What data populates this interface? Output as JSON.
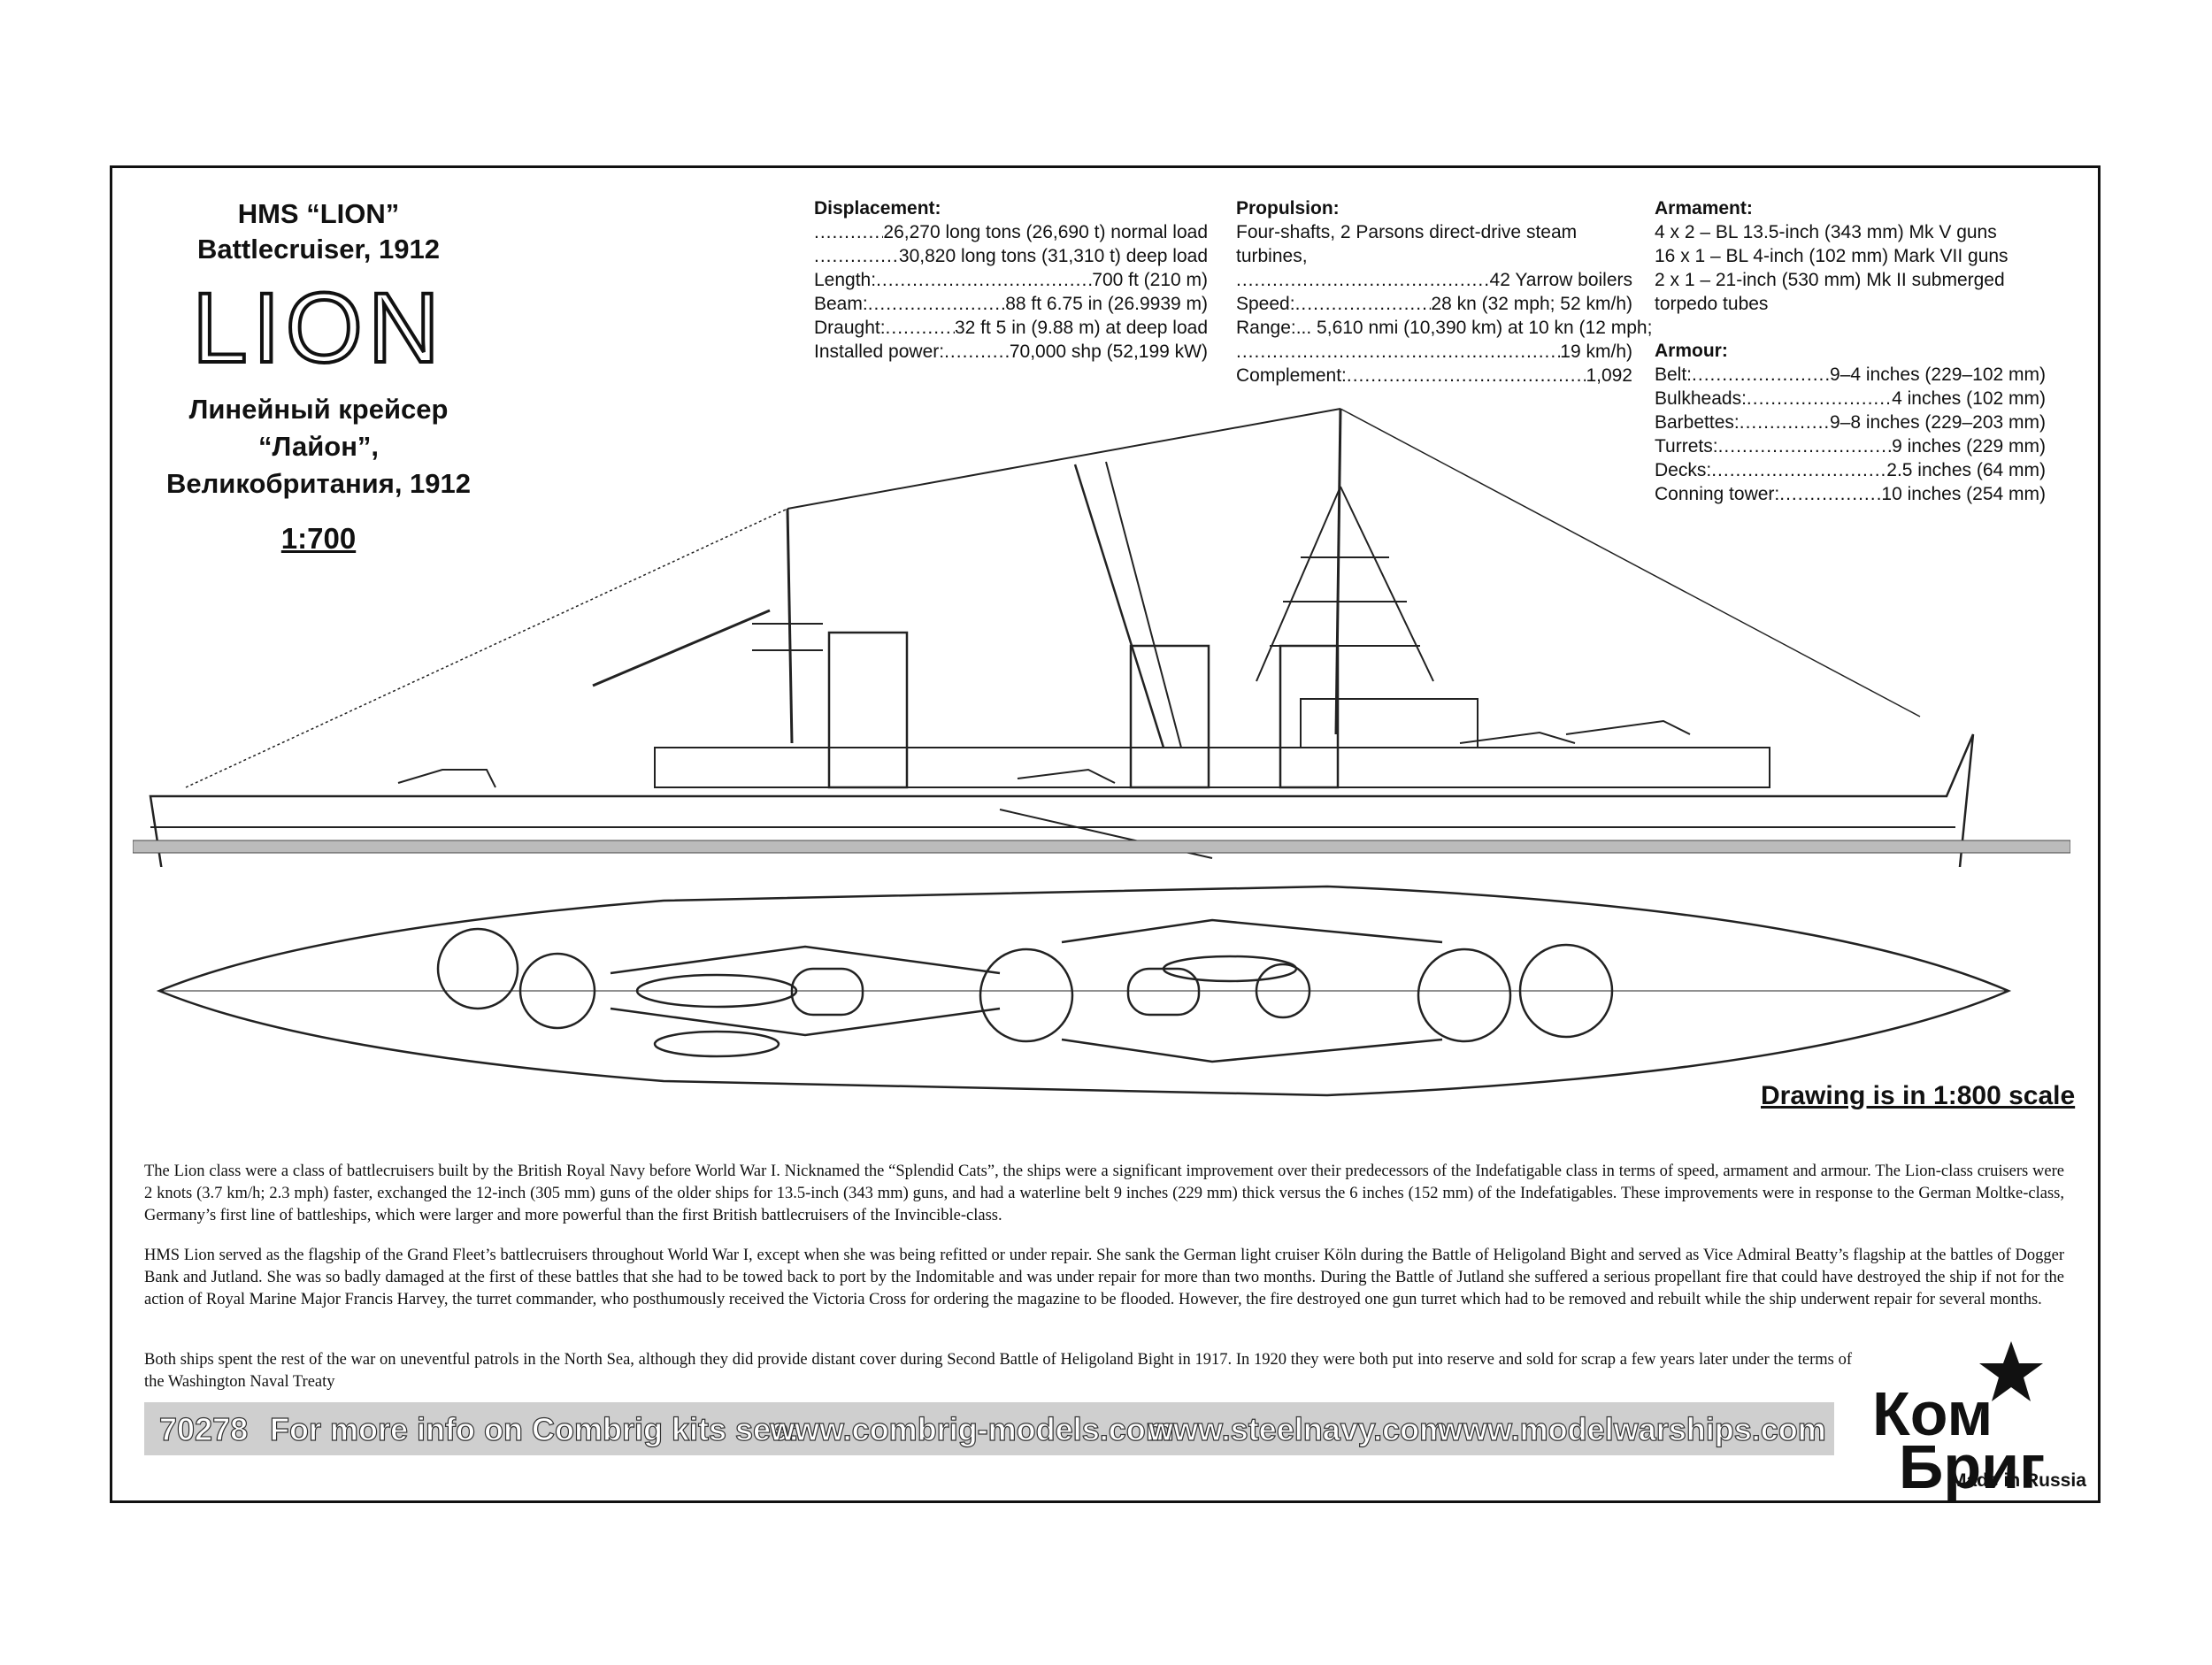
{
  "header": {
    "ship_name": "HMS “LION”",
    "ship_type": "Battlecruiser, 1912",
    "big_name": "LION",
    "ru_line1": "Линейный крейсер “Лайон”,",
    "ru_line2": "Великобритания, 1912",
    "scale": "1:700"
  },
  "displacement": {
    "heading": "Displacement:",
    "rows": [
      {
        "k": "",
        "v": "26,270 long tons (26,690 t) normal load"
      },
      {
        "k": "",
        "v": "30,820 long tons (31,310 t) deep load"
      },
      {
        "k": "Length:",
        "v": "700 ft (210 m)"
      },
      {
        "k": "Beam:",
        "v": "88 ft 6.75 in (26.9939 m)"
      },
      {
        "k": "Draught:",
        "v": "32 ft 5 in (9.88 m) at deep load"
      },
      {
        "k": "Installed power:",
        "v": "70,000 shp (52,199 kW)"
      }
    ]
  },
  "propulsion": {
    "heading": "Propulsion:",
    "line1": "Four-shafts, 2 Parsons direct-drive steam turbines,",
    "rows": [
      {
        "k": "",
        "v": "42 Yarrow boilers"
      },
      {
        "k": "Speed:",
        "v": "28 kn (32 mph; 52 km/h)"
      },
      {
        "k": "Range:... 5,610 nmi (10,390 km) at 10 kn (12 mph;",
        "v": ""
      },
      {
        "k": "",
        "v": "19 km/h)"
      },
      {
        "k": "Complement:",
        "v": "1,092"
      }
    ]
  },
  "armament": {
    "heading": "Armament:",
    "lines": [
      "4 x 2 –  BL 13.5-inch (343 mm) Mk V guns",
      "16 x 1 –  BL 4-inch (102 mm) Mark VII guns",
      "2 x 1 – 21-inch (530 mm) Mk II submerged torpedo tubes"
    ]
  },
  "armour": {
    "heading": "Armour:",
    "rows": [
      {
        "k": "Belt:",
        "v": "9–4 inches (229–102 mm)"
      },
      {
        "k": "Bulkheads:",
        "v": "4 inches (102 mm)"
      },
      {
        "k": "Barbettes:",
        "v": "9–8 inches (229–203 mm)"
      },
      {
        "k": "Turrets:",
        "v": "9 inches (229 mm)"
      },
      {
        "k": "Decks:",
        "v": "2.5 inches (64 mm)"
      },
      {
        "k": "Conning tower:",
        "v": "10 inches (254 mm)"
      }
    ]
  },
  "drawing_note": "Drawing is in 1:800 scale",
  "paragraphs": [
    "The Lion class were a class of battlecruisers built by the  British Royal Navy before World War I. Nicknamed the “Splendid Cats”, the ships were a significant improvement over their predecessors of the Indefatigable class in terms of speed, armament and armour. The Lion-class cruisers were 2 knots (3.7 km/h; 2.3 mph) faster, exchanged the 12-inch (305 mm) guns of the older ships for 13.5-inch (343 mm) guns, and had a waterline belt 9 inches (229 mm) thick versus the 6 inches (152 mm) of the Indefatigables. These improvements were in response to the German  Moltke-class, Germany’s first line of battleships, which were larger and more powerful than the first British battlecruisers of the Invincible-class.",
    "HMS Lion served as the flagship of the Grand Fleet’s battlecruisers throughout World War I, except when she was being refitted or under repair.  She sank the German light cruiser Köln during the Battle of Heligoland Bight and served as Vice Admiral Beatty’s flagship at the battles of Dogger Bank and Jutland. She was so badly damaged at the first of these battles that she had to be towed back to port by the Indomitable and was under repair for more than two months. During the Battle of Jutland she suffered a serious propellant fire that could have destroyed the ship if not for the action of Royal Marine Major Francis Harvey, the turret commander, who posthumously received the Victoria Cross for ordering the magazine to be flooded. However, the fire destroyed one gun turret which had to be removed and rebuilt while the ship underwent repair for several months.",
    "Both ships spent the rest of the war on uneventful patrols in the North Sea, although they did provide distant cover during Second Battle of Heligoland Bight in 1917. In 1920 they were both put into reserve and sold for scrap a few years later under the terms of the Washington Naval Treaty"
  ],
  "footer": {
    "kit_number": "70278",
    "info": "For more info on Combrig kits see:",
    "url1": "www.combrig-models.com",
    "url2": "www.steelnavy.com",
    "url3": "www.modelwarships.com",
    "logo_line1": "Ком",
    "logo_line2": "Бриг",
    "made_in": "Made in Russia"
  }
}
